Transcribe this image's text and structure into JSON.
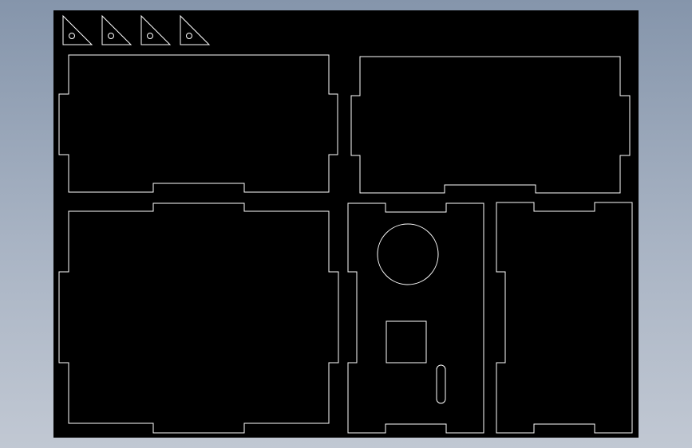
{
  "viewer": {
    "background_top": "#8595ab",
    "background_bottom": "#c1c8d3"
  },
  "sheet": {
    "background": "#000000",
    "line_color": "#ffffff"
  },
  "parts": {
    "gussets": [
      "triangle-gusset-1",
      "triangle-gusset-2",
      "triangle-gusset-3",
      "triangle-gusset-4"
    ],
    "panels": [
      "top-left-panel",
      "top-right-panel",
      "bottom-left-panel",
      "center-panel",
      "right-panel"
    ],
    "cutouts": [
      "round-hole",
      "square-cutout",
      "slot-cutout"
    ]
  }
}
